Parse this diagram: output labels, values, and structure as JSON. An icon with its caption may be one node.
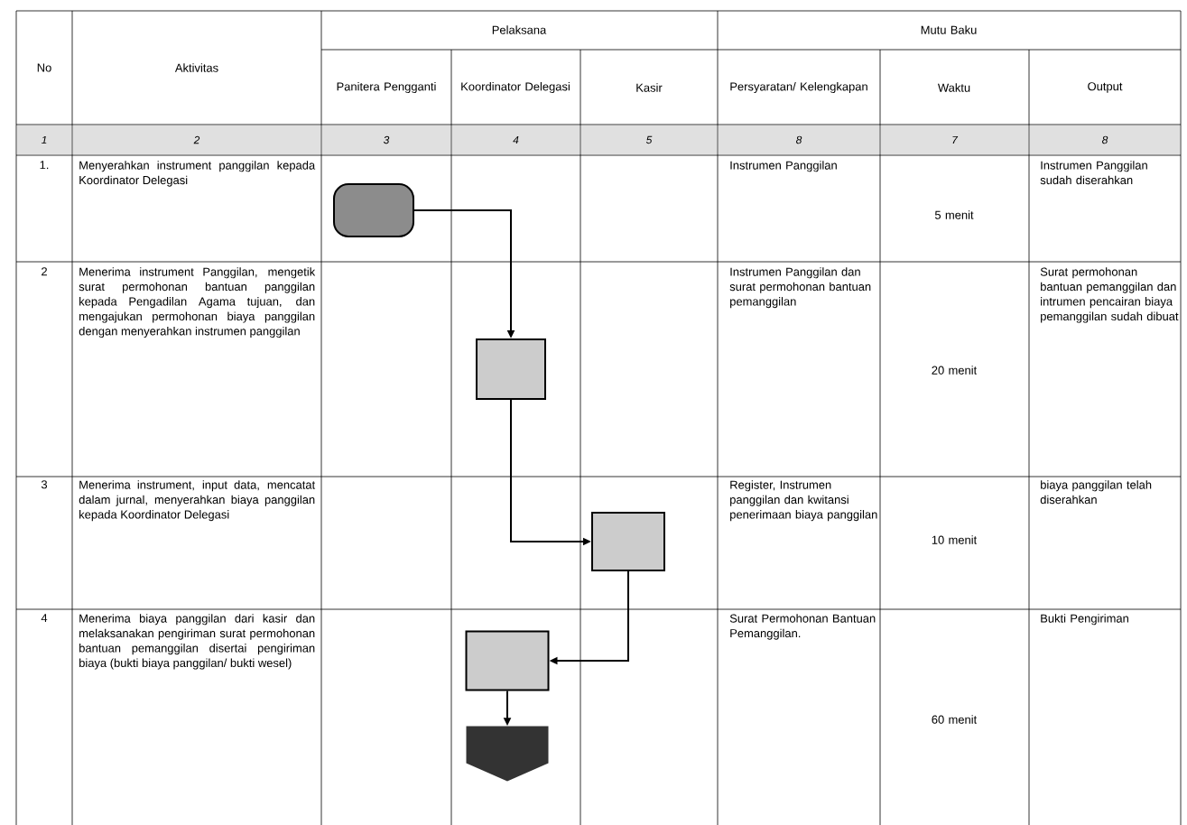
{
  "diagram": {
    "nodes": [
      {
        "text": [],
        "shape": "terminator"
      },
      {
        "text": [],
        "shape": "box"
      },
      {
        "text": [],
        "shape": "box"
      },
      {
        "text": [],
        "shape": "box"
      },
      {
        "text": [],
        "shape": "pentagon"
      }
    ],
    "edges": [
      {
        "from": 0,
        "to": 1,
        "arrow": "to"
      },
      {
        "from": 1,
        "to": 2,
        "arrow": "to"
      },
      {
        "from": 2,
        "to": 3,
        "arrow": "to"
      },
      {
        "from": 3,
        "to": 4,
        "arrow": "to"
      }
    ],
    "labels": [
      "No",
      "Aktivitas",
      "Pelaksana",
      "Mutu Baku",
      "Panitera Pengganti",
      "Koordinator Delegasi",
      "Kasir",
      "Persyaratan/ Kelengkapan",
      "Waktu",
      "Output",
      "1",
      "2",
      "3",
      "4",
      "5",
      "8",
      "7",
      "8",
      "1.",
      "Menyerahkan instrument panggilan kepada Koordinator Delegasi",
      "Instrumen Panggilan",
      "5 menit",
      "Instrumen Panggilan sudah diserahkan",
      "2",
      "Menerima instrument Panggilan, mengetik surat permohonan bantuan panggilan kepada Pengadilan Agama tujuan, dan mengajukan permohonan biaya panggilan dengan menyerahkan instrumen panggilan",
      "Instrumen Panggilan dan surat permohonan bantuan pemanggilan",
      "20 menit",
      "Surat permohonan bantuan pemanggilan dan intrumen pencairan biaya pemanggilan sudah dibuat",
      "3",
      "Menerima instrument, input data, mencatat dalam jurnal, menyerahkan biaya panggilan kepada Koordinator Delegasi",
      "Register, Instrumen panggilan dan kwitansi penerimaan biaya panggilan",
      "10 menit",
      "biaya panggilan telah diserahkan",
      "4",
      "Menerima biaya panggilan dari kasir dan melaksanakan pengiriman surat permohonan bantuan pemanggilan disertai pengiriman biaya (bukti biaya panggilan/ bukti wesel)",
      "Surat Permohonan Bantuan Pemanggilan.",
      "60 menit",
      "Bukti Pengiriman"
    ]
  }
}
